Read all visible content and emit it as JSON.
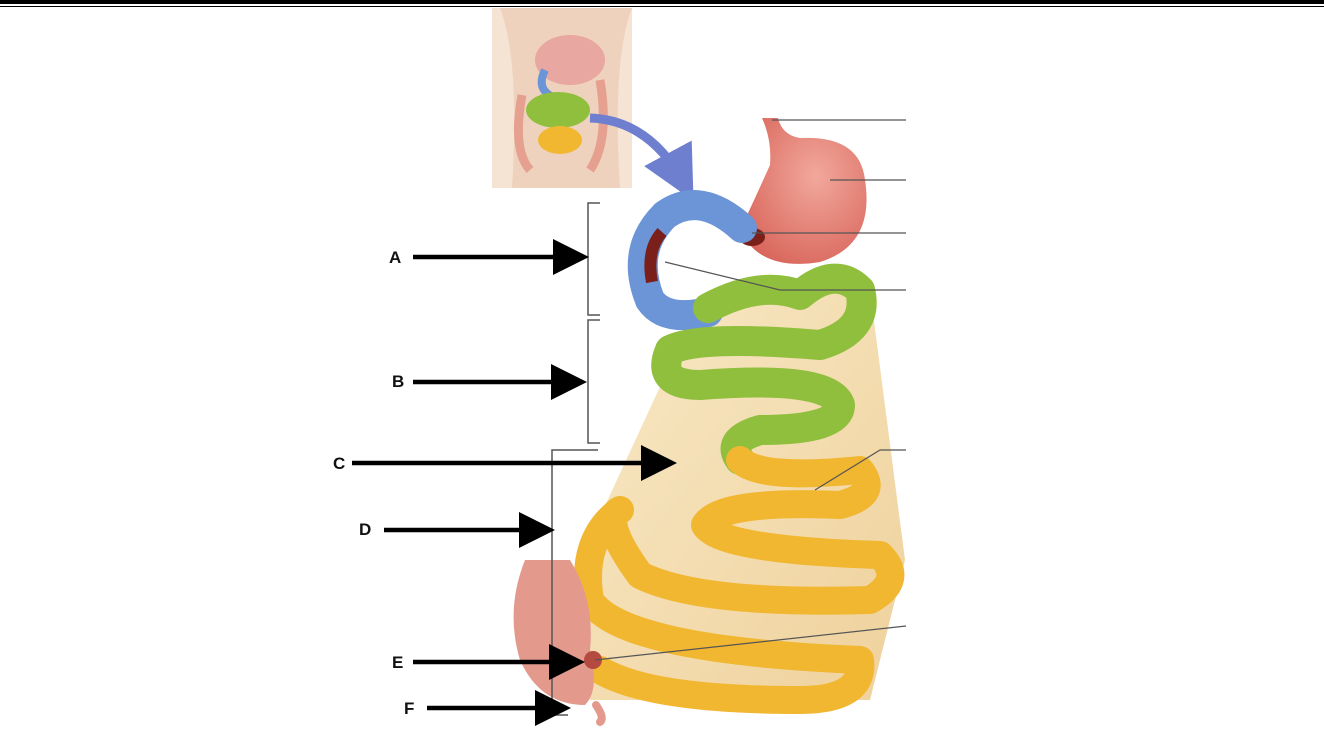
{
  "labels": {
    "a": "A",
    "b": "B",
    "c": "C",
    "d": "D",
    "e": "E",
    "f": "F"
  },
  "colors": {
    "duodenum": "#6b95d6",
    "jejunum": "#8fbf3c",
    "ileum": "#f1b731",
    "stomach": "#e07a6e",
    "mesentery": "#f0d49a",
    "large_intestine": "#e39a8c",
    "arrow": "#000000",
    "inset_arrow": "#6f7fd0"
  }
}
